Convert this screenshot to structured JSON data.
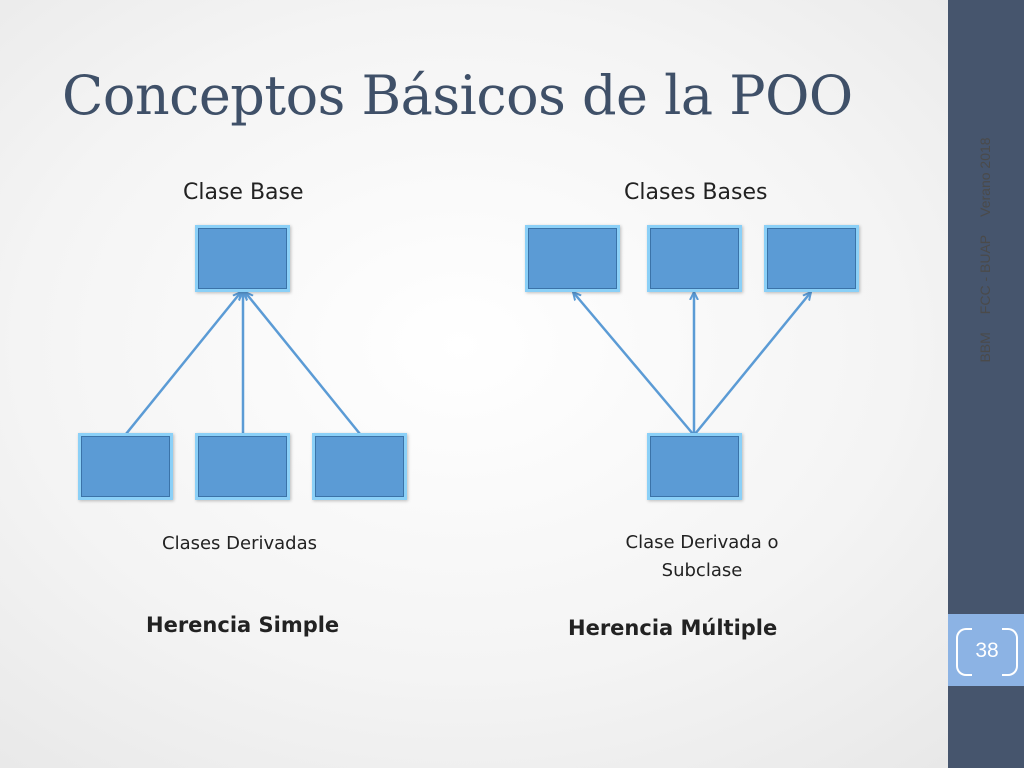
{
  "slide": {
    "title": "Conceptos Básicos de la POO",
    "footer": {
      "author": "BBM",
      "org": "FCC - BUAP",
      "term": "Verano 2018"
    },
    "page_number": "38"
  },
  "diagrams": {
    "simple": {
      "top_label": "Clase Base",
      "bottom_label": "Clases Derivadas",
      "caption": "Herencia Simple"
    },
    "multiple": {
      "top_label": "Clases Bases",
      "bottom_label_line1": "Clase Derivada o",
      "bottom_label_line2": "Subclase",
      "caption": "Herencia Múltiple"
    }
  },
  "colors": {
    "title": "#3f5068",
    "box_fill": "#5b9bd5",
    "box_border": "#8bd0f7",
    "arrow": "#5b9bd5",
    "sidebar": "#46556d",
    "sidebar_tab": "#8cb3e4"
  }
}
